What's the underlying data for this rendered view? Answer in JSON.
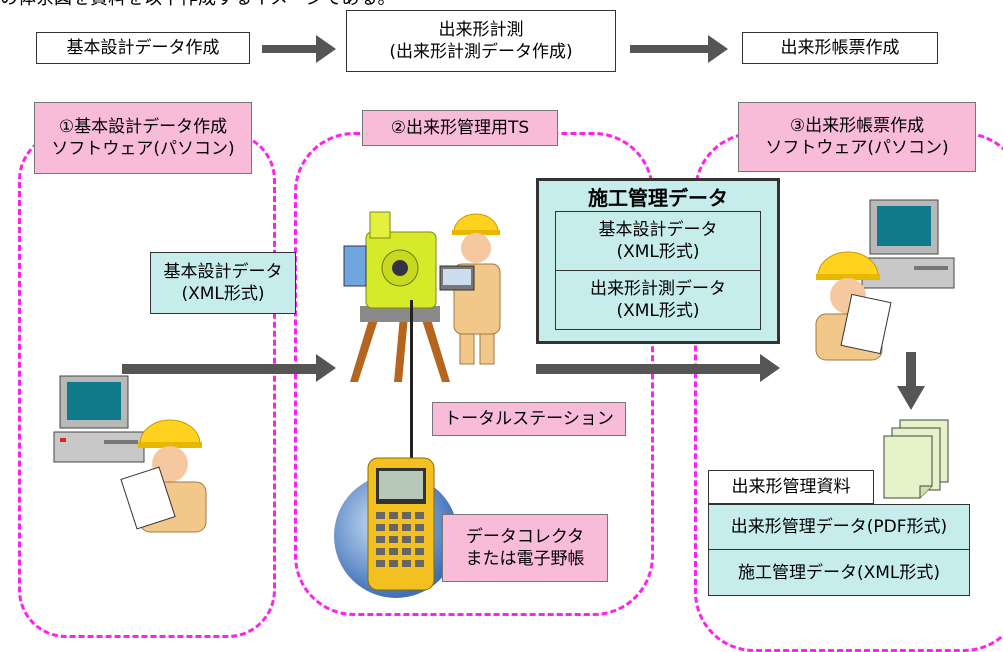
{
  "top_caption": "の体系図を資料を以下作成するイメージである。",
  "flow": {
    "step1": "基本設計データ作成",
    "step2_line1": "出来形計測",
    "step2_line2": "(出来形計測データ作成)",
    "step3": "出来形帳票作成"
  },
  "zones": {
    "zone1_line1": "①基本設計データ作成",
    "zone1_line2": "ソフトウェア(パソコン)",
    "zone2": "②出来形管理用TS",
    "zone3_line1": "③出来形帳票作成",
    "zone3_line2": "ソフトウェア(パソコン)"
  },
  "design_data": {
    "line1": "基本設計データ",
    "line2": "(XML形式)"
  },
  "construction_data": {
    "title": "施工管理データ",
    "item1_line1": "基本設計データ",
    "item1_line2": "(XML形式)",
    "item2_line1": "出来形計測データ",
    "item2_line2": "(XML形式)"
  },
  "total_station_label": "トータルステーション",
  "collector": {
    "line1": "データコレクタ",
    "line2": "または電子野帳"
  },
  "output": {
    "title": "出来形管理資料",
    "item1": "出来形管理データ(PDF形式)",
    "item2": "施工管理データ(XML形式)"
  },
  "colors": {
    "zone_border": "#ff22ee",
    "pink_box": "#f8bbd8",
    "cyan_box": "#c6ecec",
    "arrow": "#555555"
  }
}
